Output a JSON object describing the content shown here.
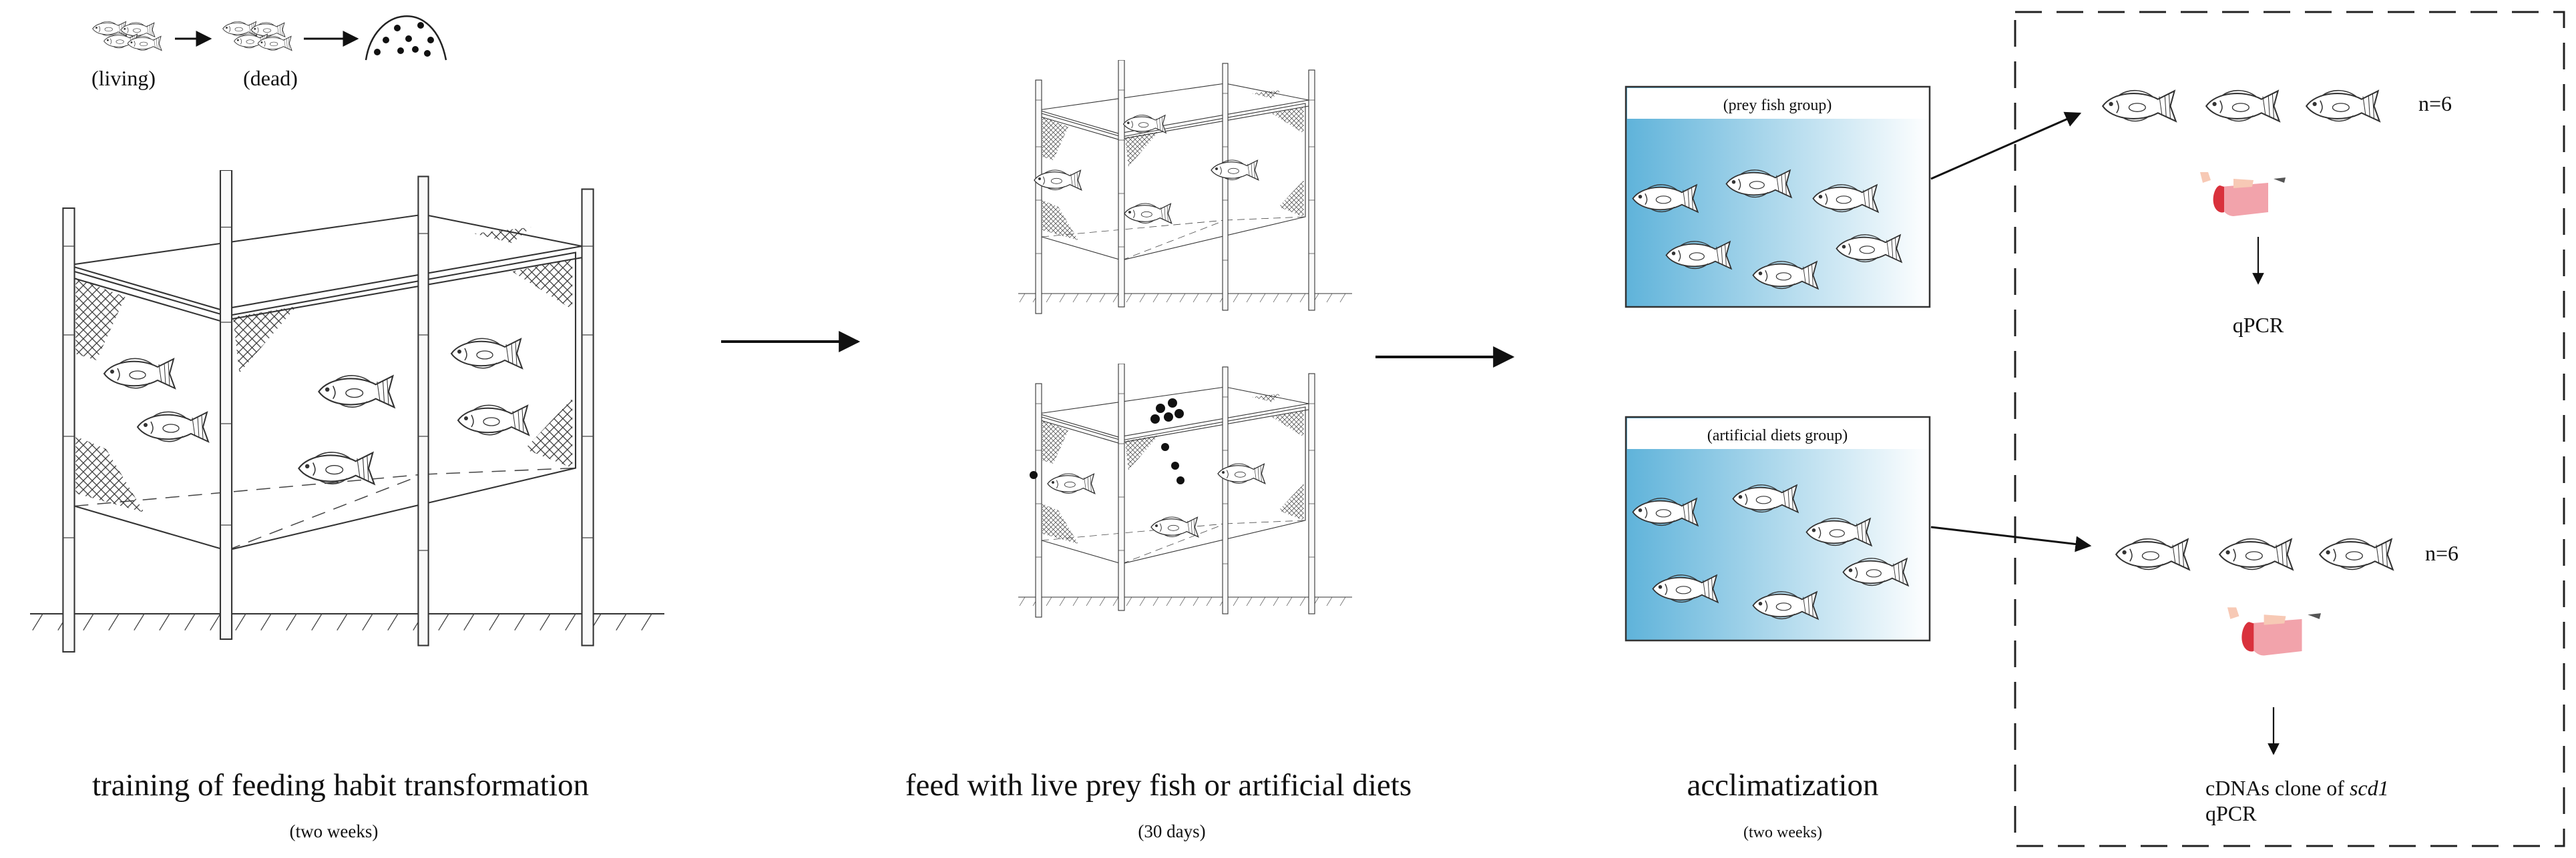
{
  "top_sequence": {
    "living_label": "(living)",
    "dead_label": "(dead)"
  },
  "stages": [
    {
      "title": "training of feeding habit transformation",
      "subtitle": "(two weeks)"
    },
    {
      "title": "feed with live prey fish or artificial diets",
      "subtitle": "(30 days)"
    },
    {
      "title": "acclimatization",
      "subtitle": "(two weeks)"
    }
  ],
  "tanks": [
    {
      "label": "(prey fish group)"
    },
    {
      "label": "(artificial diets  group)"
    }
  ],
  "results": [
    {
      "count": "n=6",
      "method_prefix": "qPCR",
      "method_italic": "",
      "method_second": ""
    },
    {
      "count": "n=6",
      "method_prefix": "cDNAs clone of ",
      "method_italic": "scd1",
      "method_second": "qPCR"
    }
  ],
  "colors": {
    "tank_gradient_start": "#5fb3da",
    "tank_gradient_end": "#ffffff",
    "organ_pink": "#f2a3ab",
    "organ_red": "#d9313c",
    "organ_peach": "#f7c9b5"
  }
}
